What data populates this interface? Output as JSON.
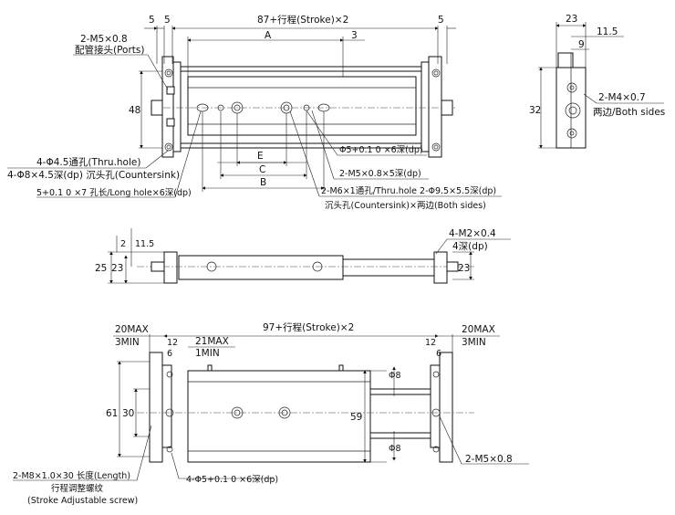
{
  "top_view": {
    "dim_5a": "5",
    "dim_5b": "5",
    "dim_5c": "5",
    "dim_stroke": "87+行程(Stroke)×2",
    "dim_A": "A",
    "dim_3": "3",
    "dim_48": "48",
    "dim_E": "E",
    "dim_C": "C",
    "dim_B": "B",
    "note_ports_1": "2-M5×0.8",
    "note_ports_2": "配管接头(Ports)",
    "note_thru_1": "4-Φ4.5通孔(Thru.hole)",
    "note_thru_2": "4-Φ8×4.5深(dp) 沉头孔(Countersink)",
    "note_longhole": "5+0.1 0 ×7 孔长/Long hole×6深(dp)",
    "note_phi5": "Φ5+0.1 0 ×6深(dp)",
    "note_m5": "2-M5×0.8×5深(dp)",
    "note_m6_1": "2-M6×1通孔/Thru.hole 2-Φ9.5×5.5深(dp)",
    "note_m6_2": "沉头孔(Countersink)×两边(Both sides)"
  },
  "side_view_right": {
    "dim_23": "23",
    "dim_11_5": "11.5",
    "dim_9": "9",
    "dim_32": "32",
    "note_1": "2-M4×0.7",
    "note_2": "两边/Both sides"
  },
  "front_view": {
    "dim_2": "2",
    "dim_11_5": "11.5",
    "dim_25": "25",
    "dim_23": "23",
    "dim_23r": "23",
    "note_1": "4-M2×0.4",
    "note_2": "4深(dp)"
  },
  "bottom_view": {
    "l_20max": "20MAX",
    "l_3min": "3MIN",
    "l_12": "12",
    "l_6": "6",
    "l_21max": "21MAX",
    "l_1min": "1MIN",
    "l_stroke": "97+行程(Stroke)×2",
    "r_20max": "20MAX",
    "r_3min": "3MIN",
    "r_12": "12",
    "r_6": "6",
    "dim_61": "61",
    "dim_30": "30",
    "dim_59": "59",
    "dim_phi8a": "Φ8",
    "dim_phi8b": "Φ8",
    "note_m5": "2-M5×0.8",
    "note_m8": "2-M8×1.0×30 长度(Length)",
    "note_screw_cn": "行程调整螺纹",
    "note_screw_en": "(Stroke Adjustable screw)",
    "note_phi5": "4-Φ5+0.1 0 ×6深(dp)"
  }
}
